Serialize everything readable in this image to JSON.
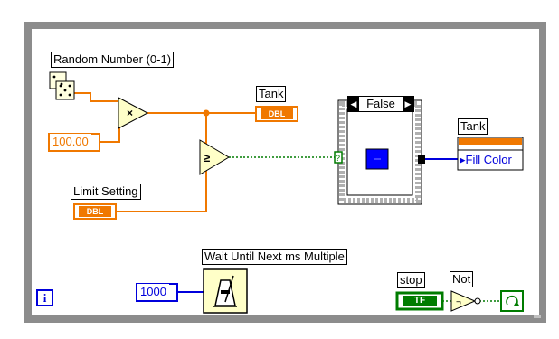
{
  "labels": {
    "random_number": "Random Number (0-1)",
    "tank_indicator": "Tank",
    "limit_setting": "Limit Setting",
    "tank_property": "Tank",
    "wait_until": "Wait Until Next ms Multiple",
    "stop": "stop",
    "not": "Not"
  },
  "constants": {
    "multiplier": "100.00",
    "wait_ms": "1000"
  },
  "terminal_types": {
    "dbl": "DBL",
    "tf": "TF"
  },
  "case_structure": {
    "selector": "False",
    "left_arrow": "◀",
    "right_arrow": "▶"
  },
  "property_node": {
    "item": "Fill Color",
    "arrow": "▸"
  },
  "info_icon": "i",
  "colors": {
    "numeric": "#f07800",
    "boolean": "#007c00",
    "integer": "#0000dc",
    "frame": "#8c8c8c",
    "node_fill": "#ffffc8",
    "color_constant": "#0000ff"
  }
}
